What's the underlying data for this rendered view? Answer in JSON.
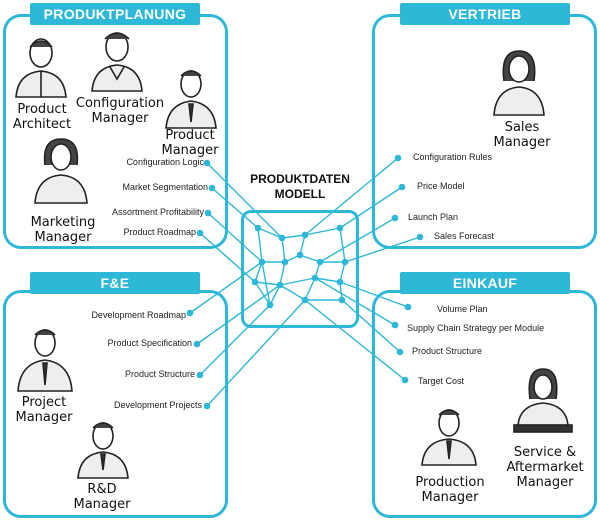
{
  "center": {
    "title_line1": "PRODUKTDATEN",
    "title_line2": "MODELL"
  },
  "quadrants": {
    "produktplanung": {
      "title": "PRODUKTPLANUNG",
      "roles": [
        "Product\nArchitect",
        "Configuration\nManager",
        "Product\nManager",
        "Marketing\nManager"
      ],
      "items": [
        "Configuration Logic",
        "Market Segmentation",
        "Assortment Profitability",
        "Product Roadmap"
      ]
    },
    "vertrieb": {
      "title": "VERTRIEB",
      "roles": [
        "Sales\nManager"
      ],
      "items": [
        "Configuration Rules",
        "Price Model",
        "Launch Plan",
        "Sales Forecast"
      ]
    },
    "fe": {
      "title": "F&E",
      "roles": [
        "Project\nManager",
        "R&D\nManager"
      ],
      "items": [
        "Development Roadmap",
        "Product Specification",
        "Product Structure",
        "Development Projects"
      ]
    },
    "einkauf": {
      "title": "EINKAUF",
      "roles": [
        "Production\nManager",
        "Service &\nAftermarket\nManager"
      ],
      "items": [
        "Volume Plan",
        "Supply Chain Strategy per Module",
        "Product Structure",
        "Target Cost"
      ]
    }
  },
  "colors": {
    "accent": "#2db8d8",
    "text": "#111111"
  }
}
